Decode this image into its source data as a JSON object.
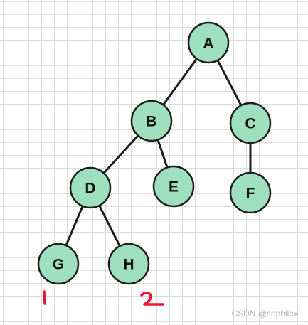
{
  "diagram": {
    "nodes": [
      {
        "id": "A",
        "label": "A"
      },
      {
        "id": "B",
        "label": "B"
      },
      {
        "id": "C",
        "label": "C"
      },
      {
        "id": "D",
        "label": "D"
      },
      {
        "id": "E",
        "label": "E"
      },
      {
        "id": "F",
        "label": "F"
      },
      {
        "id": "G",
        "label": "G"
      },
      {
        "id": "H",
        "label": "H"
      }
    ],
    "edges": [
      {
        "from": "A",
        "to": "B"
      },
      {
        "from": "A",
        "to": "C"
      },
      {
        "from": "B",
        "to": "D"
      },
      {
        "from": "B",
        "to": "E"
      },
      {
        "from": "C",
        "to": "F"
      },
      {
        "from": "D",
        "to": "G"
      },
      {
        "from": "D",
        "to": "H"
      }
    ],
    "colors": {
      "node_fill": "#9ee0bd",
      "node_stroke": "#1c1c1c",
      "edge": "#1c1c1c",
      "annotation": "#e8162c",
      "grid": "#dcdcdc"
    }
  },
  "annotations": {
    "under_g": "1",
    "under_h": "2"
  },
  "watermark": "CSDN @sophilex"
}
